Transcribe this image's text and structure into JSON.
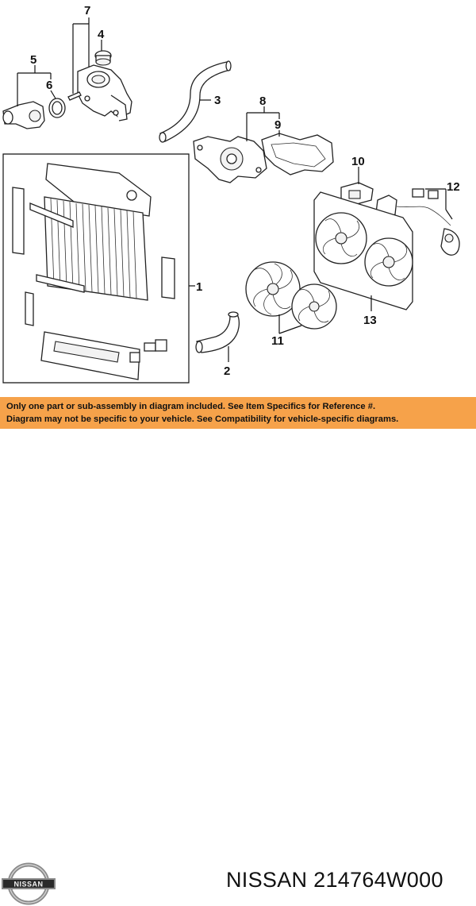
{
  "callouts": [
    "1",
    "2",
    "3",
    "4",
    "5",
    "6",
    "7",
    "8",
    "9",
    "10",
    "11",
    "12",
    "13"
  ],
  "disclaimer": {
    "line1": "Only one part or sub-assembly in diagram included. See Item Specifics for Reference #.",
    "line2": "Diagram may not be specific to your vehicle. See Compatibility for vehicle-specific diagrams."
  },
  "brand": {
    "logo_text": "NISSAN",
    "logo_icon": "nissan-logo-icon"
  },
  "part_number_text": "NISSAN 214764W000",
  "colors": {
    "banner": "#f6a24a",
    "line": "#111111",
    "background": "#ffffff"
  }
}
